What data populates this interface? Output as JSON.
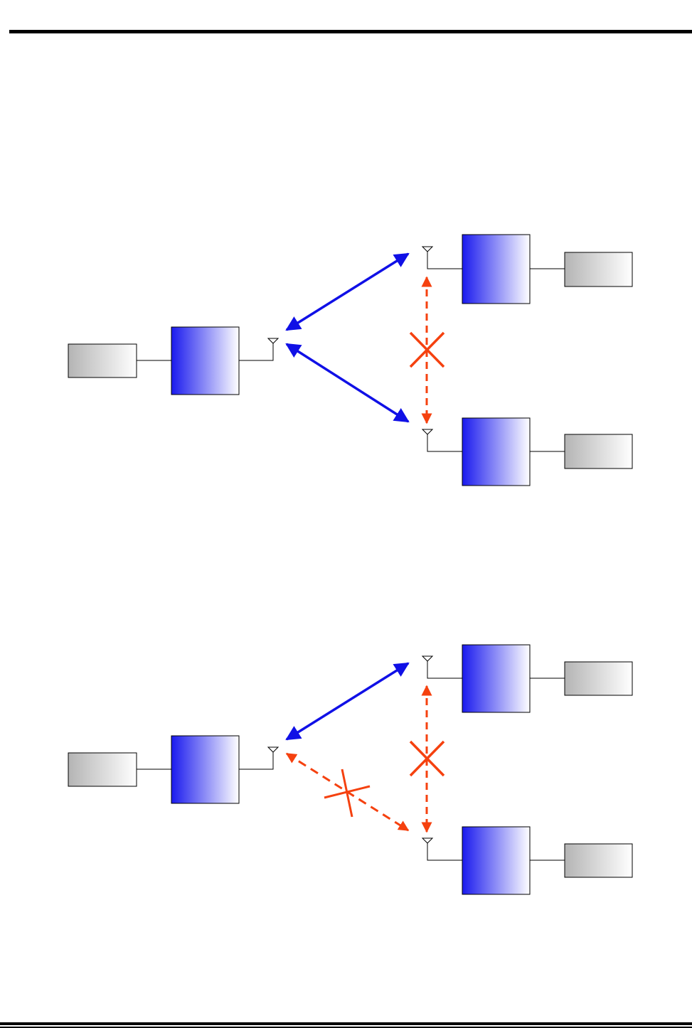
{
  "colors": {
    "link_ok": "#1010e6",
    "link_blocked": "#f5410f",
    "box_blue": "#1a1aee",
    "box_gray": "#b4b4b4",
    "line": "#000000"
  },
  "icons": [
    "antenna-icon",
    "cross-icon"
  ],
  "diagrams": [
    {
      "links": [
        {
          "from": "central-radio",
          "to": "remote-radio-top",
          "status": "connected"
        },
        {
          "from": "central-radio",
          "to": "remote-radio-bottom",
          "status": "connected"
        },
        {
          "from": "remote-radio-top",
          "to": "remote-radio-bottom",
          "status": "blocked"
        }
      ]
    },
    {
      "links": [
        {
          "from": "central-radio",
          "to": "remote-radio-top",
          "status": "connected"
        },
        {
          "from": "central-radio",
          "to": "remote-radio-bottom",
          "status": "blocked"
        },
        {
          "from": "remote-radio-top",
          "to": "remote-radio-bottom",
          "status": "blocked"
        }
      ]
    }
  ]
}
